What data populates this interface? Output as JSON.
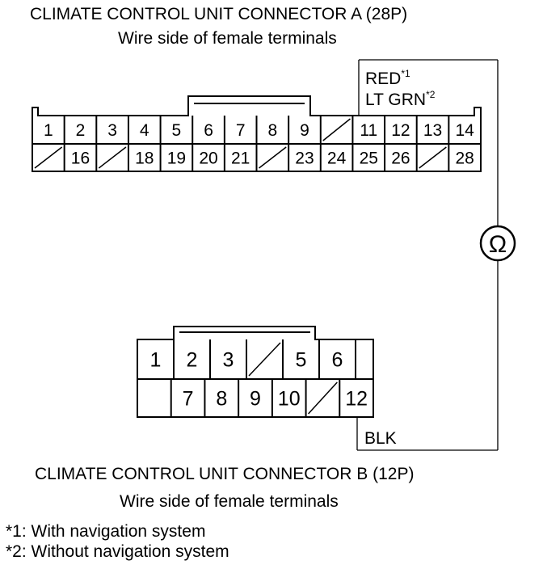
{
  "connector_a": {
    "title": "CLIMATE CONTROL UNIT CONNECTOR A (28P)",
    "subtitle": "Wire side of female terminals",
    "row1": [
      "1",
      "2",
      "3",
      "4",
      "5",
      "6",
      "7",
      "8",
      "9",
      "",
      "11",
      "12",
      "13",
      "14"
    ],
    "row2": [
      "",
      "16",
      "",
      "18",
      "19",
      "20",
      "21",
      "",
      "23",
      "24",
      "25",
      "26",
      "",
      "28"
    ]
  },
  "connector_b": {
    "title": "CLIMATE CONTROL UNIT CONNECTOR B (12P)",
    "subtitle": "Wire side of female terminals",
    "row1": [
      "1",
      "2",
      "3",
      "",
      "5",
      "6"
    ],
    "row2": [
      "7",
      "8",
      "9",
      "10",
      "",
      "12"
    ]
  },
  "wires": {
    "red": "RED",
    "red_sup": "*1",
    "ltgrn": "LT GRN",
    "ltgrn_sup": "*2",
    "blk": "BLK"
  },
  "meter": {
    "symbol": "Ω"
  },
  "notes": {
    "note1": "*1: With navigation system",
    "note2": "*2: Without navigation system"
  }
}
